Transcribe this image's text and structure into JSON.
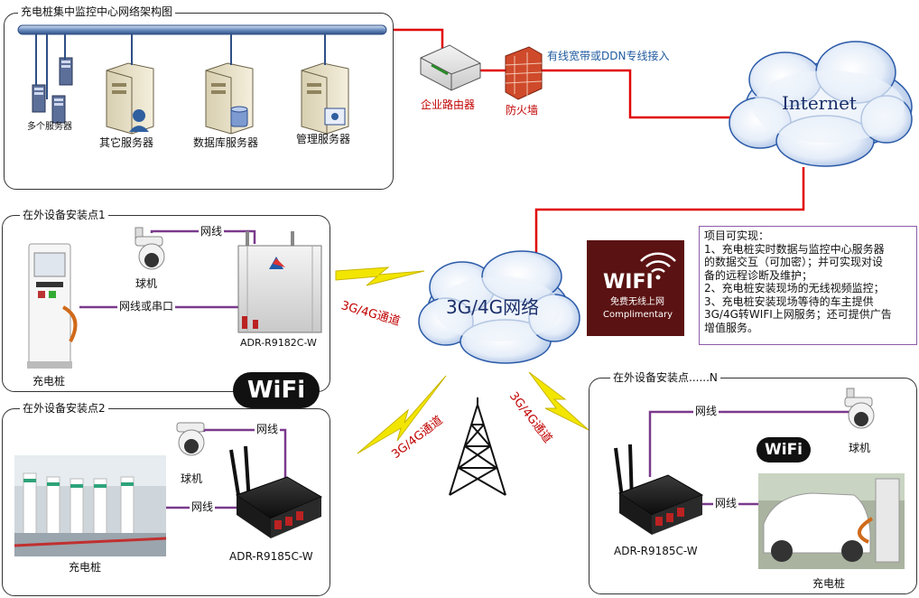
{
  "datacenter": {
    "title": "充电桩集中监控中心网络架构图",
    "multi_server_label": "多个服务器",
    "other_server_label": "其它服务器",
    "db_server_label": "数据库服务器",
    "mgmt_server_label": "管理服务器"
  },
  "router_label": "企业路由器",
  "firewall_label": "防火墙",
  "access_label": "有线宽带或DDN专线接入",
  "internet_label": "Internet",
  "network_label": "3G/4G网络",
  "channel_label": "3G/4G通道",
  "wifi_sign": {
    "big": "WIFI",
    "sub1": "免费无线上网",
    "sub2": "Complimentary"
  },
  "wifi_logo_text": "WiFi",
  "info": {
    "title": "项目可实现：",
    "lines": [
      "1、充电桩实时数据与监控中心服务器",
      "的数据交互（可加密）；并可实现对设",
      "备的远程诊断及维护；",
      "2、充电桩安装现场的无线视频监控；",
      "3、充电桩安装现场等待的车主提供",
      "3G/4G转WIFI上网服务；还可提供广告",
      "增值服务。"
    ]
  },
  "site1": {
    "title": "在外设备安装点1",
    "camera_label": "球机",
    "cable_label": "网线",
    "serial_label": "网线或串口",
    "device_label": "ADR-R9182C-W",
    "charger_label": "充电桩"
  },
  "site2": {
    "title": "在外设备安装点2",
    "camera_label": "球机",
    "cable_label_1": "网线",
    "cable_label_2": "网线",
    "device_label": "ADR-R9185C-W",
    "charger_label": "充电桩"
  },
  "siteN": {
    "title": "在外设备安装点......N",
    "camera_label": "球机",
    "cable_label_1": "网线",
    "cable_label_2": "网线",
    "device_label": "ADR-R9185C-W",
    "charger_label": "充电桩"
  },
  "colors": {
    "link_red": "#e00000",
    "link_purple": "#7a3a8c",
    "bolt_yellow": "#f2e600",
    "cloud_blue": "#2a5aa8"
  }
}
